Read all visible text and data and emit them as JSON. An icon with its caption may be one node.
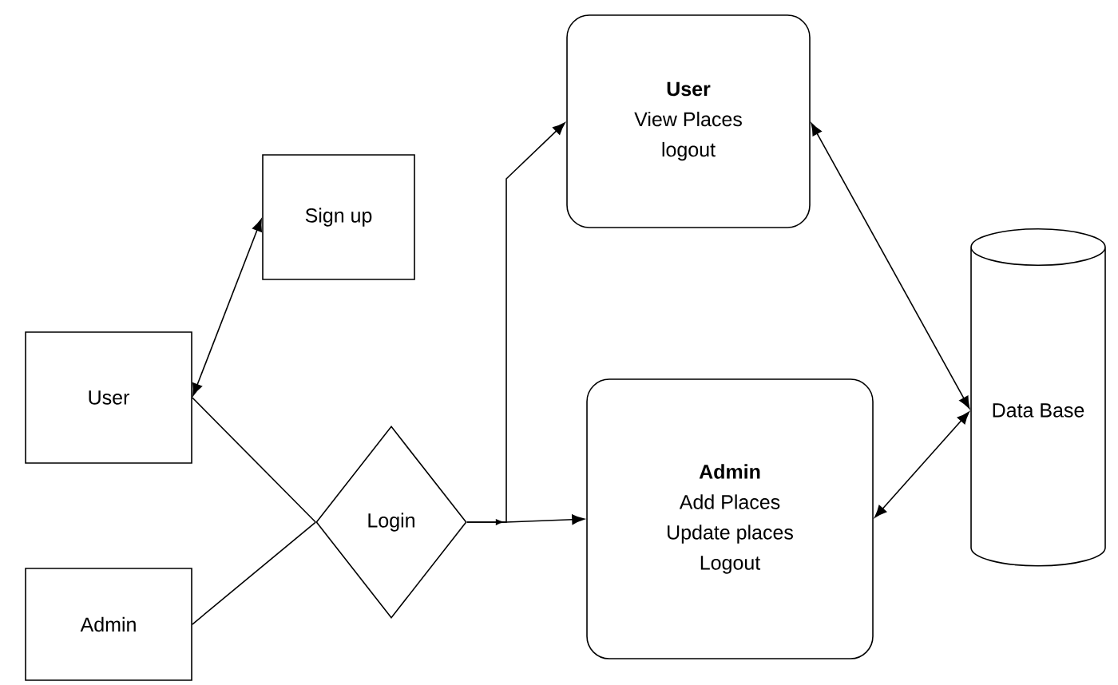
{
  "diagram": {
    "nodes": [
      {
        "text": [
          "Sign up"
        ]
      },
      {
        "text": [
          "User"
        ]
      },
      {
        "text": [
          "Admin"
        ]
      },
      {
        "text": [
          "Login"
        ]
      },
      {
        "text": [
          "User",
          "View Places",
          "logout"
        ]
      },
      {
        "text": [
          "Admin",
          "Add Places",
          "Update places",
          "Logout"
        ]
      },
      {
        "text": [
          "Data Base"
        ]
      }
    ],
    "edges": [
      {
        "from": 1,
        "to": 0,
        "arrow": "both"
      },
      {
        "from": 1,
        "to": 3,
        "arrow": "none"
      },
      {
        "from": 2,
        "to": 3,
        "arrow": "none"
      },
      {
        "from": 3,
        "to": 4,
        "arrow": "to"
      },
      {
        "from": 3,
        "to": 5,
        "arrow": "to"
      },
      {
        "from": 4,
        "to": 6,
        "arrow": "both"
      },
      {
        "from": 5,
        "to": 6,
        "arrow": "both"
      }
    ]
  }
}
